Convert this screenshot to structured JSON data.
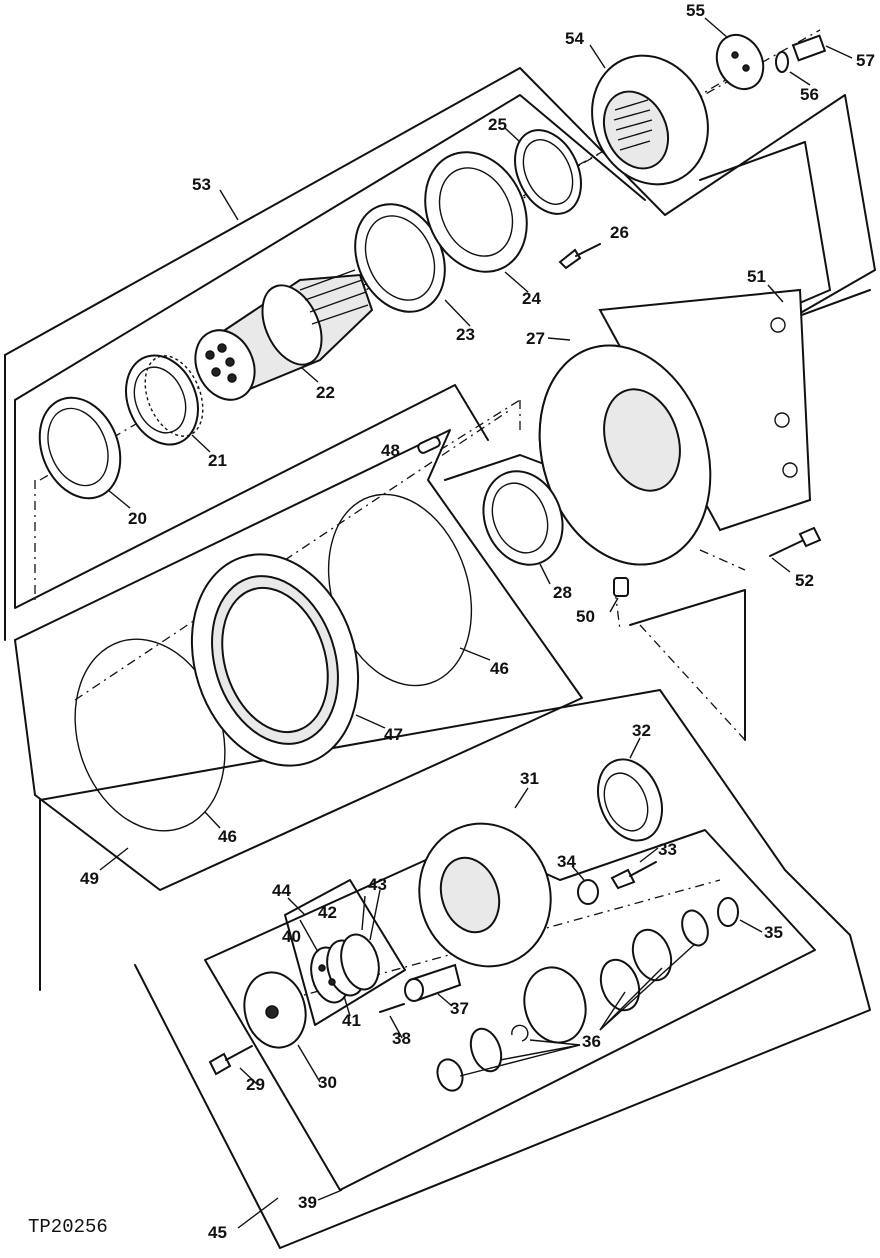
{
  "figure_id": "TP20256",
  "callouts": [
    "20",
    "21",
    "22",
    "23",
    "24",
    "25",
    "26",
    "27",
    "28",
    "29",
    "30",
    "31",
    "32",
    "33",
    "34",
    "35",
    "36",
    "37",
    "38",
    "39",
    "40",
    "41",
    "42",
    "43",
    "44",
    "45",
    "46",
    "47",
    "48",
    "49",
    "50",
    "51",
    "52",
    "53",
    "54",
    "55",
    "56",
    "57"
  ],
  "duplicate_callouts": {
    "46": 2,
    "36": 1
  }
}
